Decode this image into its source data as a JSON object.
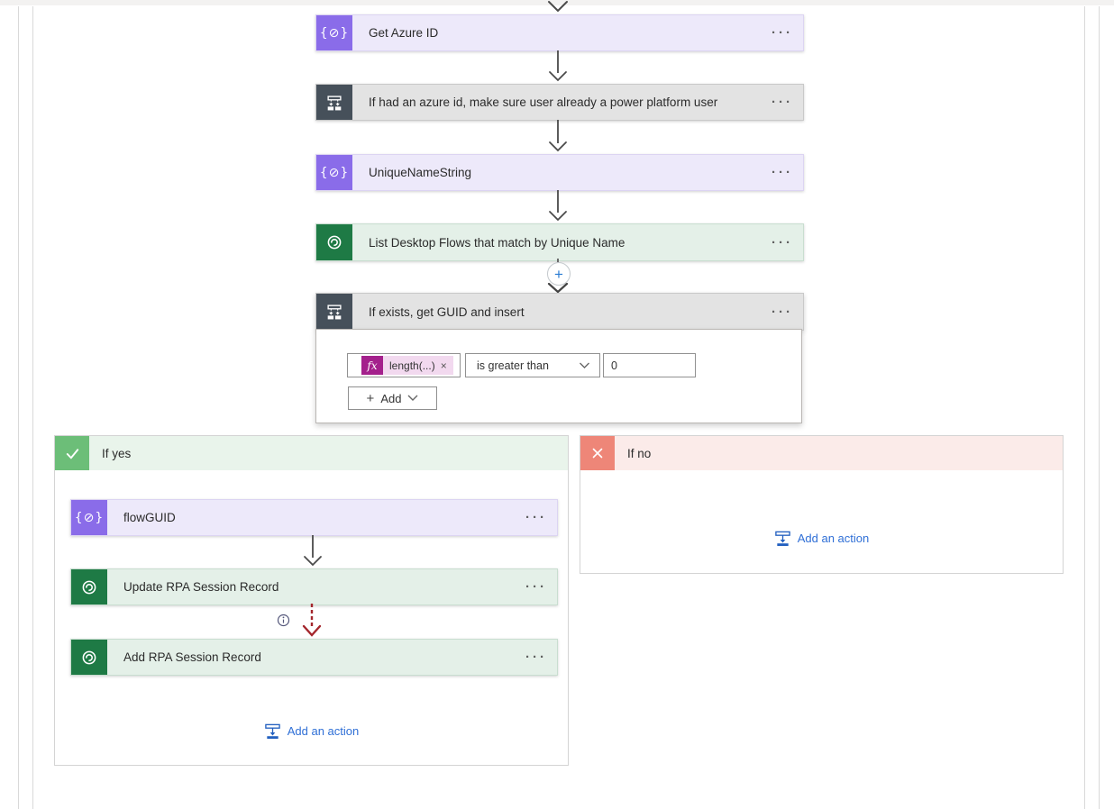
{
  "palette": {
    "compose_icon_bg": "#8A6CE9",
    "compose_card_bg": "#EDE9FA",
    "condition_icon_bg": "#46505A",
    "condition_card_bg": "#E3E3E3",
    "dataverse_icon_bg": "#1E7A45",
    "dataverse_card_bg": "#E4F0E8",
    "if_yes_icon_bg": "#6CBE78",
    "if_yes_header_bg": "#E9F4EB",
    "if_no_icon_bg": "#EE8678",
    "if_no_header_bg": "#FBEBE9",
    "fx_badge_bg": "#A4208C",
    "fx_pill_bg": "#F2D9EF",
    "link_blue": "#2F6FD6",
    "dashed_arrow_red": "#A4262C"
  },
  "ui": {
    "ellipsis": "···",
    "plus": "+",
    "compose_glyph": "{⊘}"
  },
  "main_flow": {
    "nodes": [
      {
        "title": "Get Azure ID",
        "type": "compose"
      },
      {
        "title": "If had an azure id, make sure user already a power platform user",
        "type": "condition"
      },
      {
        "title": "UniqueNameString",
        "type": "compose"
      },
      {
        "title": "List Desktop Flows that match by Unique Name",
        "type": "dataverse"
      },
      {
        "title": "If exists, get GUID and insert",
        "type": "condition"
      }
    ]
  },
  "condition_editor": {
    "fx_label": "fx",
    "operand": "length(...)",
    "remove_glyph": "×",
    "operator": "is greater than",
    "value": "0",
    "add_label": "Add"
  },
  "branches": {
    "if_yes": {
      "label": "If yes",
      "nodes": [
        {
          "title": "flowGUID",
          "type": "compose"
        },
        {
          "title": "Update RPA Session Record",
          "type": "dataverse"
        },
        {
          "title": "Add RPA Session Record",
          "type": "dataverse"
        }
      ],
      "add_action": "Add an action"
    },
    "if_no": {
      "label": "If no",
      "add_action": "Add an action"
    }
  }
}
